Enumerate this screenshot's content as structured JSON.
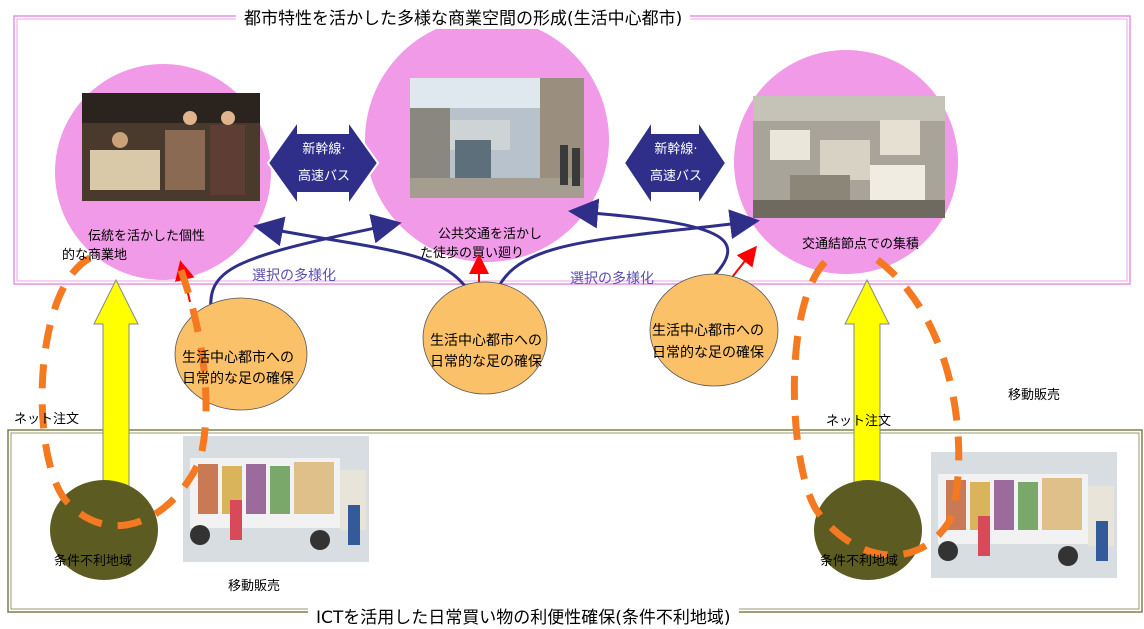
{
  "top_title": "都市特性を活かした多様な商業空間の形成(生活中心都市)",
  "bottom_title": "ICTを活用した日常買い物の利便性確保(条件不利地域)",
  "city_circles": [
    {
      "label_line1": "伝統を活かした個性",
      "label_line2": "的な商業地",
      "photo": "fish-market-photo"
    },
    {
      "label_line1": "公共交通を活かし",
      "label_line2": "た徒歩の買い廻り",
      "photo": "tram-street-photo"
    },
    {
      "label_line1": "交通結節点での集積",
      "label_line2": "",
      "photo": "aerial-city-photo"
    }
  ],
  "transport_arrows": [
    {
      "line1": "新幹線·",
      "line2": "高速バス"
    },
    {
      "line1": "新幹線·",
      "line2": "高速バス"
    }
  ],
  "selection_labels": [
    "選択の多様化",
    "選択の多様化"
  ],
  "access_circles": [
    {
      "line1": "生活中心都市への",
      "line2": "日常的な足の確保"
    },
    {
      "line1": "生活中心都市への",
      "line2": "日常的な足の確保"
    },
    {
      "line1": "生活中心都市への",
      "line2": "日常的な足の確保"
    }
  ],
  "rural_nodes": [
    {
      "label": "条件不利地域",
      "net_order": "ネット注文",
      "mobile_sale": "移動販売"
    },
    {
      "label": "条件不利地域",
      "net_order": "ネット注文",
      "mobile_sale": "移動販売"
    }
  ],
  "colors": {
    "pink_circle": "#f09ae8",
    "frame_pink": "#e890e0",
    "frame_olive": "#7f7f4f",
    "orange_circle": "#fbc168",
    "olive_circle": "#5c5c22",
    "navy_arrow": "#2f2f8a",
    "selection_text": "#5a4fb0",
    "orange_dash": "#f47920",
    "yellow_arrow": "#ffff00"
  }
}
